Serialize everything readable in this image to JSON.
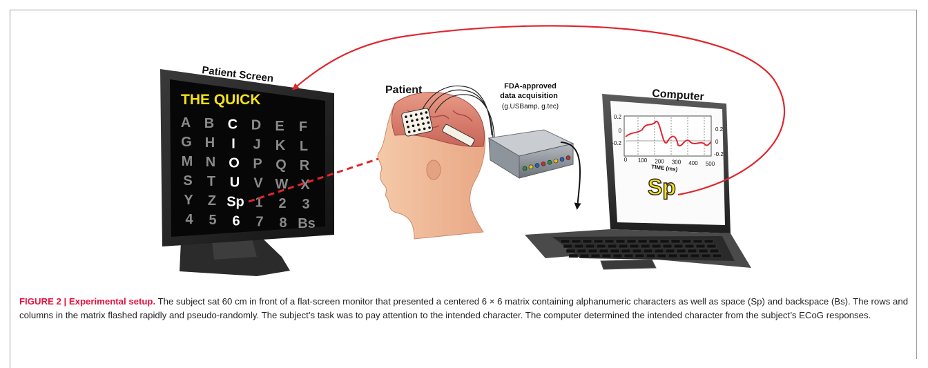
{
  "labels": {
    "patient_screen": "Patient Screen",
    "patient": "Patient",
    "acquisition_title_1": "FDA-approved",
    "acquisition_title_2": "data acquisition",
    "acquisition_sub": "(g.USBamp, g.tec)",
    "computer": "Computer"
  },
  "screen": {
    "typed_text": "THE QUICK",
    "matrix": [
      [
        "A",
        "B",
        "C",
        "D",
        "E",
        "F"
      ],
      [
        "G",
        "H",
        "I",
        "J",
        "K",
        "L"
      ],
      [
        "M",
        "N",
        "O",
        "P",
        "Q",
        "R"
      ],
      [
        "S",
        "T",
        "U",
        "V",
        "W",
        "X"
      ],
      [
        "Y",
        "Z",
        "Sp",
        "1",
        "2",
        "3"
      ],
      [
        "4",
        "5",
        "6",
        "7",
        "8",
        "Bs"
      ]
    ],
    "highlighted_column": 2,
    "highlight_color": "#ffffff",
    "dim_color": "#8a8a8a",
    "typed_color": "#f5e11b"
  },
  "laptop": {
    "output_char": "Sp",
    "plot": {
      "left_ticks": [
        "0.2",
        "0",
        "-0.2"
      ],
      "right_ticks": [
        "0.2",
        "0",
        "-0.2"
      ],
      "x_ticks": [
        "0",
        "100",
        "200",
        "300",
        "400",
        "500"
      ],
      "xlabel": "TIME (ms)"
    }
  },
  "colors": {
    "signal": "#e0262e",
    "arrow": "#e0262e",
    "caption_head": "#e2123c"
  },
  "caption": {
    "head": "FIGURE 2 | Experimental setup.",
    "body": "The subject sat 60 cm in front of a flat-screen monitor that presented a centered 6 × 6 matrix containing alphanumeric characters as well as space (Sp) and backspace (Bs). The rows and columns in the matrix flashed rapidly and pseudo-randomly. The subject’s task was to pay attention to the intended character. The computer determined the intended character from the subject’s ECoG responses."
  }
}
